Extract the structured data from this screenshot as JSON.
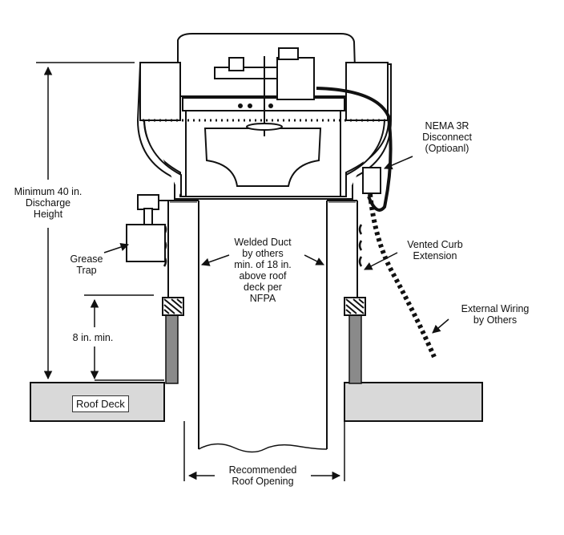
{
  "labels": {
    "nema": "NEMA 3R\nDisconnect\n(Optioanl)",
    "discharge": "Minimum 40 in.\nDischarge\nHeight",
    "grease": "Grease\nTrap",
    "welded": "Welded Duct\nby others\nmin. of 18 in.\nabove roof\ndeck per\nNFPA",
    "vented": "Vented Curb\nExtension",
    "external": "External Wiring\nby Others",
    "min8": "8 in. min.",
    "roof_deck": "Roof Deck",
    "opening": "Recommended\nRoof Opening"
  },
  "colors": {
    "line": "#111111",
    "deck_fill": "#d9d9d9",
    "curb_fill": "#8a8a8a",
    "background": "#ffffff"
  }
}
